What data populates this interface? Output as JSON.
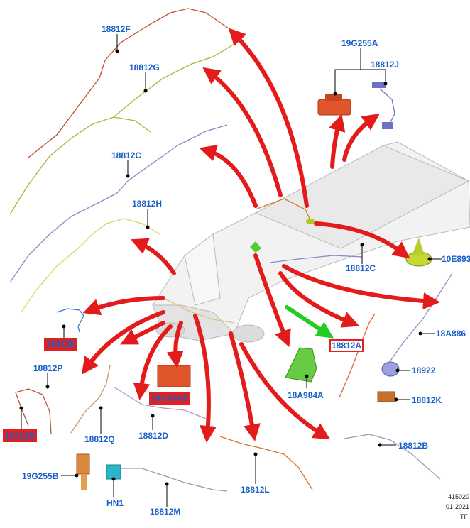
{
  "labels": {
    "f": "18812F",
    "g": "18812G",
    "c_top": "18812C",
    "h": "18812H",
    "e": "18812E",
    "p": "18812P",
    "n": "18812N",
    "q": "18812Q",
    "a984b": "18A984B",
    "d": "18812D",
    "hn1": "HN1",
    "m": "18812M",
    "l": "18812L",
    "b": "18812B",
    "k": "18812K",
    "k22": "18922",
    "a886": "18A886",
    "a": "18812A",
    "a984a": "18A984A",
    "c_right": "18812C",
    "e893": "10E893",
    "j": "18812J",
    "g255a": "19G255A",
    "g255b": "19G255B"
  },
  "ref": {
    "code": "415020",
    "date": "01-2021",
    "tag": "TF"
  },
  "colors": {
    "callout": "#1a5fc8",
    "arrow_red": "#e31b1b",
    "arrow_green": "#22cc22",
    "highlight_box": "#e22020"
  }
}
